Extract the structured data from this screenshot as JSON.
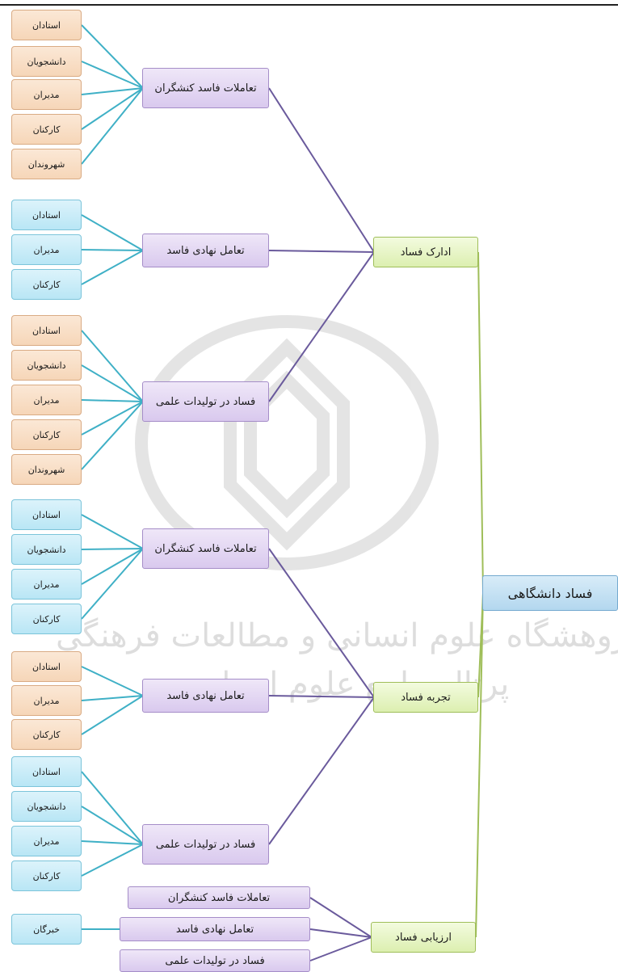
{
  "root": {
    "label": "فساد دانشگاهی",
    "color": "#b3d7ef"
  },
  "branches": [
    {
      "label": "ادارک فساد",
      "groups": [
        {
          "label": "تعاملات فاسد کنشگران",
          "leaves": [
            "استادان",
            "دانشجویان",
            "مدیران",
            "کارکنان",
            "شهروندان"
          ]
        },
        {
          "label": "تعامل نهادی فاسد",
          "leaves": [
            "استادان",
            "مدیران",
            "کارکنان"
          ]
        },
        {
          "label": "فساد در تولیدات علمی",
          "leaves": [
            "استادان",
            "دانشجویان",
            "مدیران",
            "کارکنان",
            "شهروندان"
          ]
        }
      ]
    },
    {
      "label": "تجربه فساد",
      "groups": [
        {
          "label": "تعاملات فاسد کنشگران",
          "leaves": [
            "استادان",
            "دانشجویان",
            "مدیران",
            "کارکنان"
          ]
        },
        {
          "label": "تعامل نهادی فاسد",
          "leaves": [
            "استادان",
            "مدیران",
            "کارکنان"
          ]
        },
        {
          "label": "فساد در تولیدات علمی",
          "leaves": [
            "استادان",
            "دانشجویان",
            "مدیران",
            "کارکنان"
          ]
        }
      ]
    },
    {
      "label": "ارزیابی فساد",
      "groups": [
        {
          "label": "تعاملات فاسد کنشگران"
        },
        {
          "label": "تعامل نهادی فاسد",
          "leaves": [
            "خبرگان"
          ]
        },
        {
          "label": "فساد در تولیدات علمی"
        }
      ]
    }
  ],
  "colors": {
    "leaf_fill_perception": "#f6d6b8",
    "leaf_fill_experience": "#b9e6f5",
    "subcategory_fill": "#d9c9ee",
    "category_fill": "#dcefb0",
    "leaf_connector": "#3fb0c6",
    "subcategory_connector": "#6a5a9c",
    "category_connector": "#9fbe59"
  },
  "watermark": {
    "line1": "پژوهشگاه علوم انسانی و مطالعات فرهنگی",
    "line2": "پرتال جامع علوم انسانی"
  }
}
